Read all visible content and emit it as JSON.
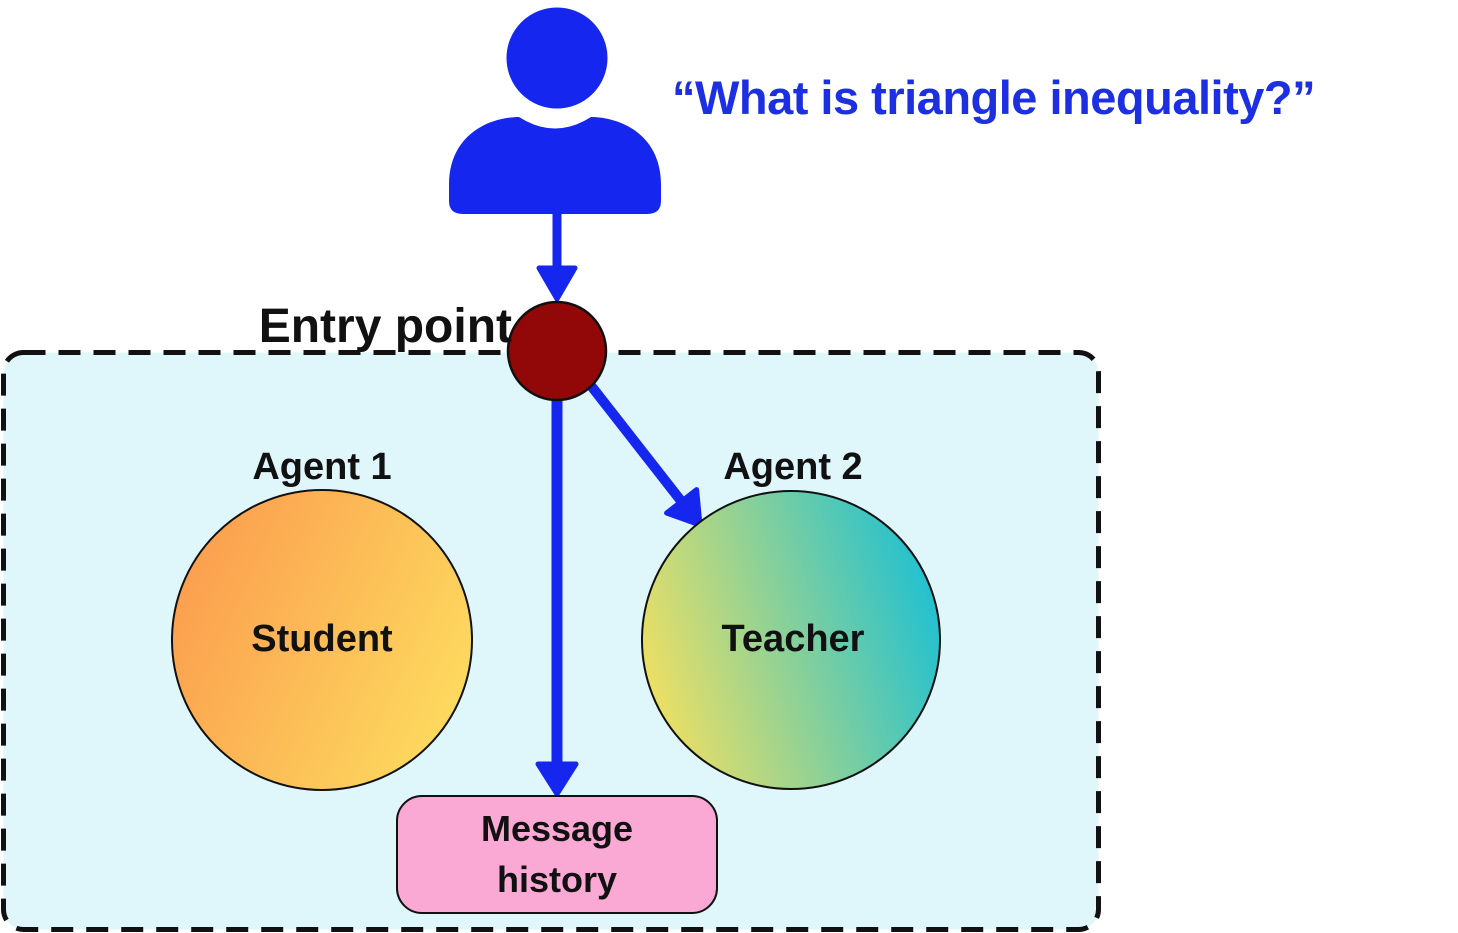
{
  "user_query": {
    "text": "“What is triangle inequality?”"
  },
  "entry_point": {
    "label": "Entry point"
  },
  "container": {
    "agents": [
      {
        "label": "Agent 1",
        "role": "Student"
      },
      {
        "label": "Agent 2",
        "role": "Teacher"
      }
    ],
    "message_history": {
      "label": "Message history"
    }
  },
  "icons": {
    "user": "person-silhouette"
  },
  "colors": {
    "accent_blue": "#1526ee",
    "query_text_blue": "#1c30e2",
    "entry_node_red": "#920808",
    "container_fill": "#dff6fa",
    "container_border": "#111111",
    "agent1_gradient_start": "#fb9a4e",
    "agent1_gradient_end": "#fdd95e",
    "agent2_gradient_start": "#f0e062",
    "agent2_gradient_end": "#1fc0d2",
    "message_history_fill": "#faa8d4",
    "label_text": "#111111"
  }
}
